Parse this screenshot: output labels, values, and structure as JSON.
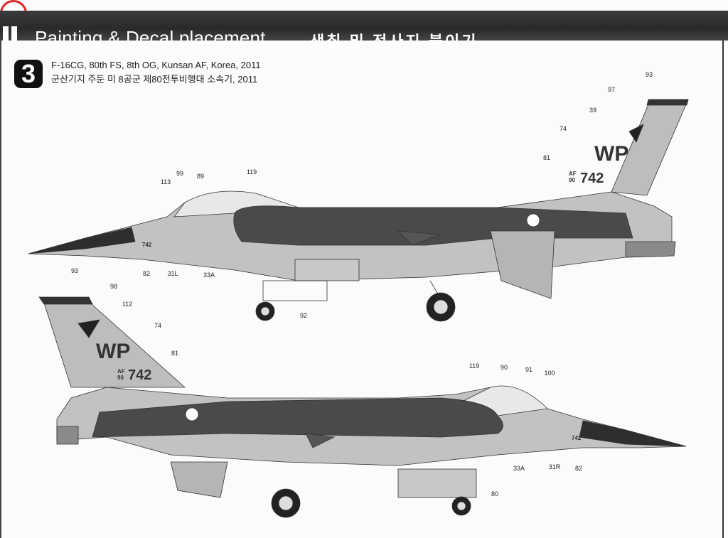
{
  "header": {
    "title_en": "Painting & Decal placement",
    "title_ko": "색칠 및 전사지 붙이기"
  },
  "step": {
    "number": "3",
    "subtitle_en": "F-16CG, 80th FS, 8th OG, Kunsan AF, Korea, 2011",
    "subtitle_ko": "군산기지 주둔 미 8공군 제80전투비행대 소속기, 2011"
  },
  "markings": {
    "tail_code": "WP",
    "af_prefix": "AF",
    "year": "90",
    "serial": "742",
    "nose_number": "742"
  },
  "top_view_callouts": [
    "93",
    "97",
    "39",
    "74",
    "81",
    "119",
    "113",
    "99",
    "89",
    "82",
    "31L",
    "33A",
    "92"
  ],
  "bottom_view_callouts": [
    "93",
    "98",
    "112",
    "74",
    "81",
    "119",
    "90",
    "91",
    "100",
    "33A",
    "31R",
    "82",
    "80"
  ],
  "colors": {
    "camo_light": "#bdbdbd",
    "camo_dark": "#4a4a4a",
    "header": "#2f2f2f"
  }
}
